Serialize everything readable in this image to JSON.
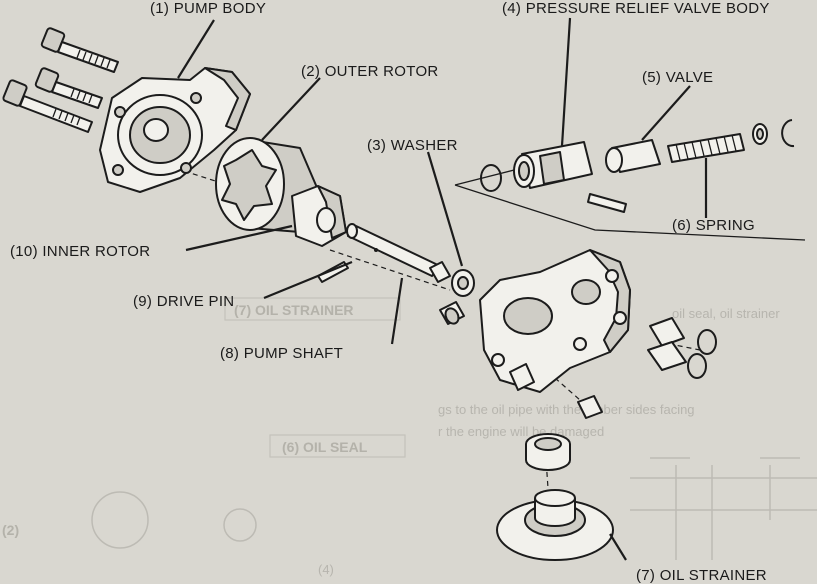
{
  "labels": {
    "pump_body": "(1) PUMP BODY",
    "outer_rotor": "(2) OUTER ROTOR",
    "washer": "(3) WASHER",
    "pressure_relief_valve_body": "(4) PRESSURE RELIEF VALVE BODY",
    "valve": "(5) VALVE",
    "spring": "(6) SPRING",
    "oil_strainer": "(7) OIL STRAINER",
    "pump_shaft": "(8) PUMP SHAFT",
    "drive_pin": "(9) DRIVE PIN",
    "inner_rotor": "(10) INNER ROTOR"
  },
  "background_text": {
    "oil_strainer_ghost": "(7) OIL STRAINER",
    "oil_seal_ghost": "(6) OIL SEAL",
    "note_line_1": "oil seal, oil strainer",
    "note_line_2": "gs to the oil pipe with the rubber sides facing",
    "note_line_3": "r the engine will be damaged",
    "ref_12": "(2)",
    "ref_4": "(4)"
  }
}
